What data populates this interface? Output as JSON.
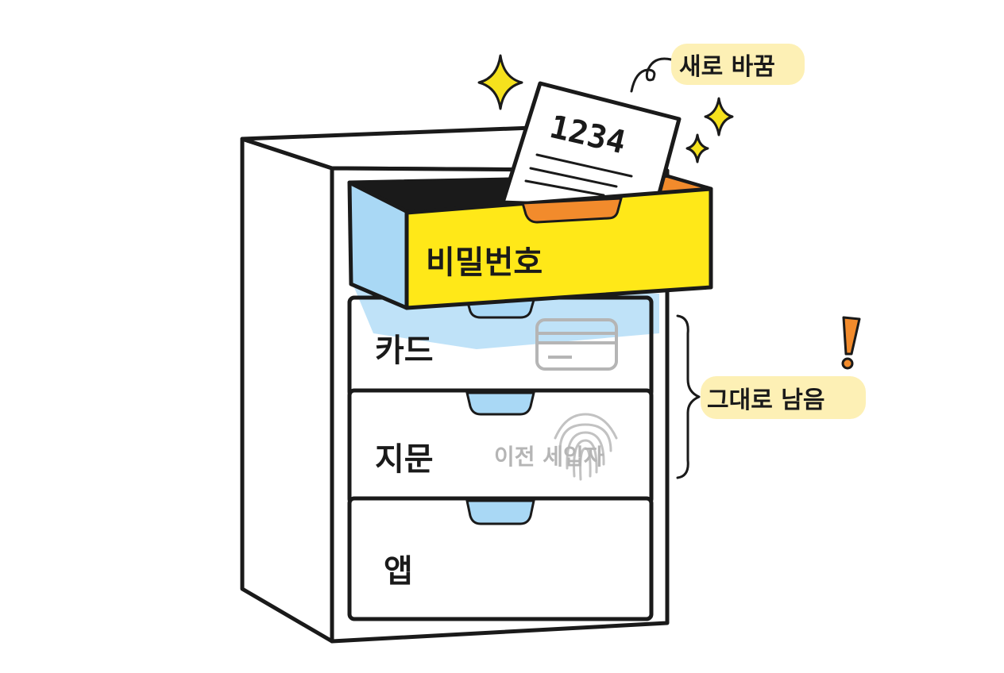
{
  "drawers": [
    {
      "id": "password",
      "label": "비밀번호",
      "state": "open"
    },
    {
      "id": "card",
      "label": "카드",
      "state": "closed"
    },
    {
      "id": "fingerprint",
      "label": "지문",
      "state": "closed",
      "overlay": "이전 세입자"
    },
    {
      "id": "app",
      "label": "앱",
      "state": "closed"
    }
  ],
  "note": {
    "text": "1234"
  },
  "callouts": {
    "top": "새로 바꿈",
    "side": "그대로 남음"
  },
  "colors": {
    "open_drawer_front": "#ffe818",
    "open_drawer_inner": "#f28b2c",
    "open_drawer_side": "#a9d8f5",
    "handle": "#a9d8f5",
    "callout_bg": "#fdf0b5",
    "sparkle": "#f5e11d",
    "exclamation": "#f28b2c",
    "outline": "#1a1a1a"
  },
  "icons": [
    "sparkle-icon",
    "credit-card-icon",
    "fingerprint-icon",
    "exclamation-icon"
  ]
}
